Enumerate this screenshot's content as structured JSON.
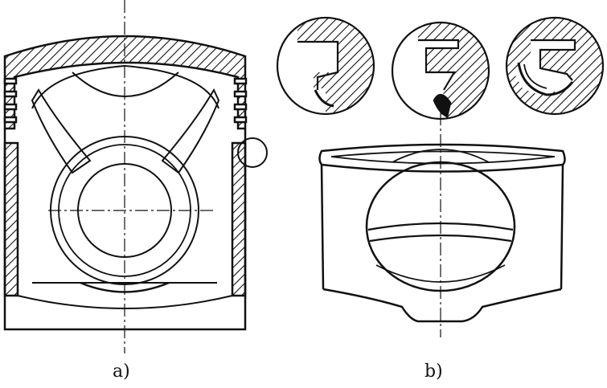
{
  "figure": {
    "labels": {
      "a": "a)",
      "b": "b)"
    },
    "panel_a": {
      "name": "piston-section-drawing"
    },
    "panel_b": {
      "name": "piston-perspective-with-detail-views",
      "detail_count": 3
    }
  }
}
